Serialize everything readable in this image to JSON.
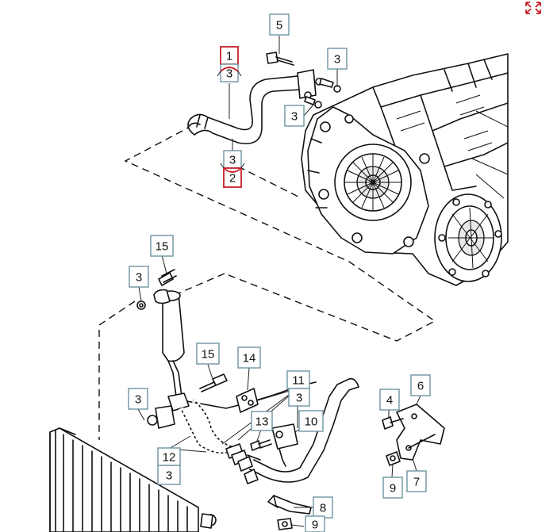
{
  "callouts": [
    {
      "id": "c5",
      "label": "5"
    },
    {
      "id": "c3a",
      "label": "3"
    },
    {
      "id": "c1",
      "label": "1"
    },
    {
      "id": "c3b",
      "label": "3"
    },
    {
      "id": "c3c",
      "label": "3"
    },
    {
      "id": "c3d",
      "label": "3"
    },
    {
      "id": "c2",
      "label": "2"
    },
    {
      "id": "c15a",
      "label": "15"
    },
    {
      "id": "c3e",
      "label": "3"
    },
    {
      "id": "c15b",
      "label": "15"
    },
    {
      "id": "c14",
      "label": "14"
    },
    {
      "id": "c11",
      "label": "11"
    },
    {
      "id": "c3f",
      "label": "3"
    },
    {
      "id": "c3g",
      "label": "3"
    },
    {
      "id": "c10",
      "label": "10"
    },
    {
      "id": "c13",
      "label": "13"
    },
    {
      "id": "c12",
      "label": "12"
    },
    {
      "id": "c3h",
      "label": "3"
    },
    {
      "id": "c4",
      "label": "4"
    },
    {
      "id": "c6",
      "label": "6"
    },
    {
      "id": "c9a",
      "label": "9"
    },
    {
      "id": "c7",
      "label": "7"
    },
    {
      "id": "c8",
      "label": "8"
    },
    {
      "id": "c9b",
      "label": "9"
    }
  ],
  "colors": {
    "callout_border": "#6e93a3",
    "highlight_border": "#c8202a",
    "line": "#111111"
  },
  "icons": {
    "expand": "expand-arrows-icon"
  }
}
